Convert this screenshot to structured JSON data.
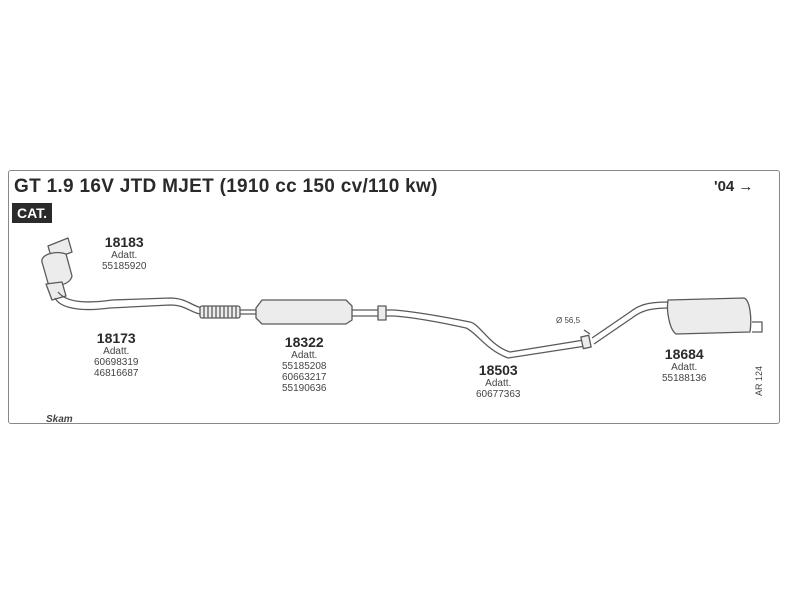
{
  "header": {
    "title": "GT 1.9 16V JTD MJET (1910 cc 150 cv/110 kw)",
    "badge": "CAT.",
    "year": "'04 →"
  },
  "parts": [
    {
      "number": "18183",
      "lines": [
        "Adatt.",
        "55185920"
      ]
    },
    {
      "number": "18173",
      "lines": [
        "Adatt.",
        "60698319",
        "46816687"
      ]
    },
    {
      "number": "18322",
      "lines": [
        "Adatt.",
        "55185208",
        "60663217",
        "55190636"
      ]
    },
    {
      "number": "18503",
      "lines": [
        "Adatt.",
        "60677363"
      ]
    },
    {
      "number": "18684",
      "lines": [
        "Adatt.",
        "55188136"
      ]
    }
  ],
  "annotations": {
    "diameter": "Ø 56,5",
    "reference": "AR 124",
    "logo": "Skam"
  },
  "colors": {
    "line": "#5a5a5a",
    "fill": "#e9e9e9"
  }
}
